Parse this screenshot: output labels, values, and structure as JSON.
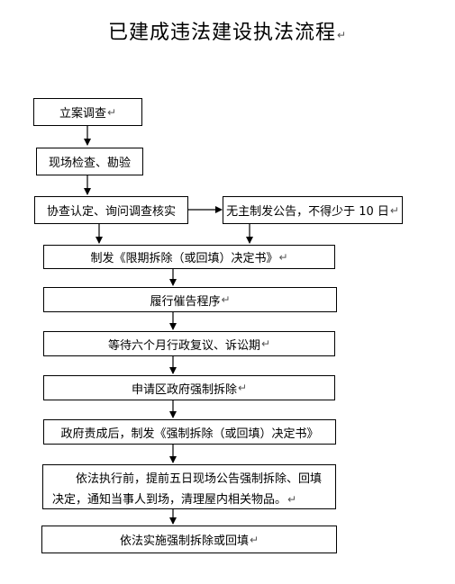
{
  "title": "已建成违法建设执法流程",
  "return_mark": "↵",
  "steps": {
    "s1": "立案调查",
    "s2": "现场检查、勘验",
    "s3": "协查认定、询问调查核实",
    "s3b": "无主制发公告，不得少于 10 日",
    "s4": "制发《限期拆除（或回填）决定书》",
    "s5": "履行催告程序",
    "s6": "等待六个月行政复议、诉讼期",
    "s7": "申请区政府强制拆除",
    "s8": "政府责成后，制发《强制拆除（或回填）决定书》",
    "s9": "依法执行前，提前五日现场公告强制拆除、回填决定，通知当事人到场，清理屋内相关物品。",
    "s10": "依法实施强制拆除或回填"
  }
}
